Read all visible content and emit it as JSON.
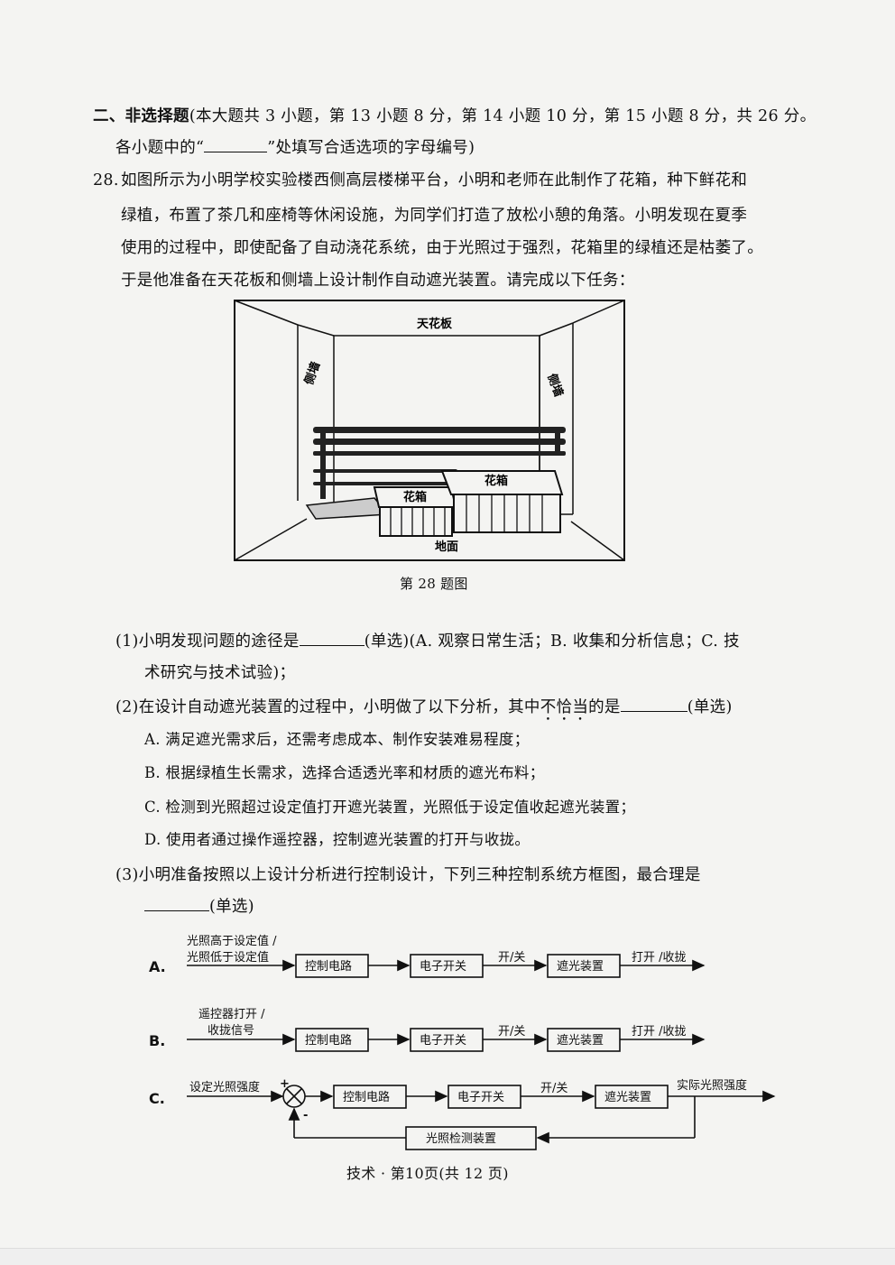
{
  "section_heading": {
    "title": "二、非选择题",
    "desc_line1": "(本大题共 3 小题，第 13 小题 8 分，第 14 小题 10 分，第 15 小题 8 分，共 26 分。",
    "desc_line2_a": "各小题中的“",
    "desc_line2_b": "”处填写合适选项的字母编号)"
  },
  "question": {
    "number": "28.",
    "lines": [
      "如图所示为小明学校实验楼西侧高层楼梯平台，小明和老师在此制作了花箱，种下鲜花和",
      "绿植，布置了茶几和座椅等休闲设施，为同学们打造了放松小憩的角落。小明发现在夏季",
      "使用的过程中，即使配备了自动浇花系统，由于光照过于强烈，花箱里的绿植还是枯萎了。",
      "于是他准备在天花板和侧墙上设计制作自动遮光装置。请完成以下任务："
    ]
  },
  "figure": {
    "ceiling": "天花板",
    "side_wall_left": "侧墙",
    "side_wall_right": "侧墙",
    "box_small": "花箱",
    "box_large": "花箱",
    "floor": "地面",
    "caption": "第 28 题图"
  },
  "sub1": {
    "a": "(1)小明发现问题的途径是",
    "b": "(单选)(A. 观察日常生活；B. 收集和分析信息；C. 技",
    "c": "术研究与技术试验)；"
  },
  "sub2": {
    "a": "(2)在设计自动遮光装置的过程中，小明做了以下分析，其中",
    "em1": "不",
    "em2": "恰",
    "em3": "当",
    "b": "的是",
    "c": "(单选)",
    "options": [
      "A. 满足遮光需求后，还需考虑成本、制作安装难易程度；",
      "B. 根据绿植生长需求，选择合适透光率和材质的遮光布料；",
      "C. 检测到光照超过设定值打开遮光装置，光照低于设定值收起遮光装置；",
      "D. 使用者通过操作遥控器，控制遮光装置的打开与收拢。"
    ]
  },
  "sub3": {
    "a": "(3)小明准备按照以上设计分析进行控制设计，下列三种控制系统方框图，最合理是",
    "b": "(单选)"
  },
  "diagrams": {
    "A": {
      "label": "A.",
      "input_line1": "光照高于设定值 /",
      "input_line2": "光照低于设定值",
      "block1": "控制电路",
      "block2": "电子开关",
      "mid": "开/关",
      "block3": "遮光装置",
      "output": "打开 /收拢"
    },
    "B": {
      "label": "B.",
      "input_line1": "遥控器打开 /",
      "input_line2": "收拢信号",
      "block1": "控制电路",
      "block2": "电子开关",
      "mid": "开/关",
      "block3": "遮光装置",
      "output": "打开 /收拢"
    },
    "C": {
      "label": "C.",
      "input": "设定光照强度",
      "plus": "+",
      "minus": "-",
      "block1": "控制电路",
      "block2": "电子开关",
      "mid": "开/关",
      "block3": "遮光装置",
      "output": "实际光照强度",
      "feedback": "光照检测装置"
    }
  },
  "footer": "技术 · 第10页(共 12 页)"
}
